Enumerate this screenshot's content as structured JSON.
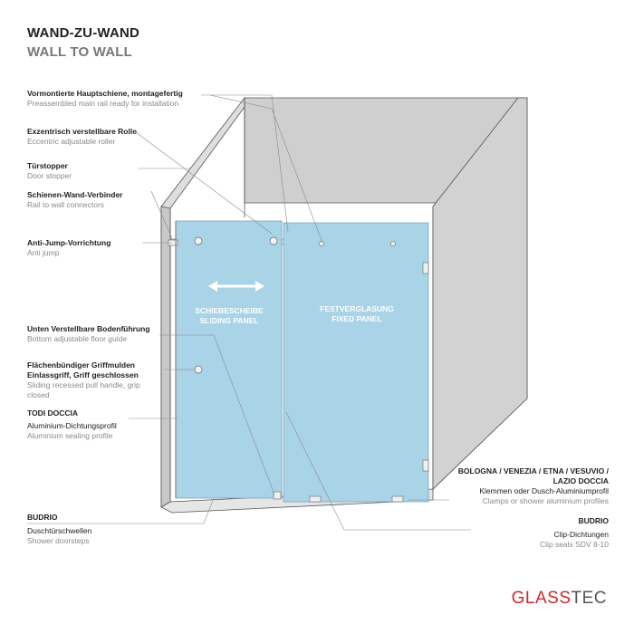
{
  "title": {
    "de": "WAND-ZU-WAND",
    "en": "WALL TO WALL"
  },
  "panels": {
    "sliding": {
      "de": "SCHIEBESCHEIBE",
      "en": "SLIDING PANEL"
    },
    "fixed": {
      "de": "FESTVERGLASUNG",
      "en": "FIXED PANEL"
    }
  },
  "labels_left": [
    {
      "de": "Vormontierte Hauptschiene, montagefertig",
      "en": "Preassembled main rail ready for installation"
    },
    {
      "de": "Exzentrisch verstellbare Rolle",
      "en": "Eccentric adjustable roller"
    },
    {
      "de": "Türstopper",
      "en": "Door stopper"
    },
    {
      "de": "Schienen-Wand-Verbinder",
      "en": "Rail to wall connectors"
    },
    {
      "de": "Anti-Jump-Vorrichtung",
      "en": "Anti jump"
    },
    {
      "de": "Unten Verstellbare Bodenführung",
      "en": "Bottom adjustable  floor guide"
    },
    {
      "de": "Flächenbündiger Griffmulden",
      "de2": "Einlassgriff, Griff geschlossen",
      "en": "Sliding recessed pull handle, grip",
      "en2": "closed"
    },
    {
      "de": "TODI DOCCIA",
      "de2": "Aluminium-Dichtungsprofil",
      "en": "Aluminium sealing profile"
    },
    {
      "de": "BUDRIO",
      "de2": "Duschtürschwellen",
      "en": "Shower doorsteps"
    }
  ],
  "labels_right": [
    {
      "de": "BOLOGNA / VENEZIA /  ETNA / VESUVIO /",
      "de_b": "LAZIO DOCCIA",
      "de2": "Klemmen oder Dusch-Aluminiumprofil",
      "en": "Clamps or shower aluminium profiles"
    },
    {
      "de": "BUDRIO",
      "de2": "Clip-Dichtungen",
      "en": "Clip seals SDV 8-10"
    }
  ],
  "logo": {
    "part1": "GLASS",
    "part2": "TEC"
  },
  "colors": {
    "glass": "#a9d3e6",
    "wall": "#d4d4d4",
    "wall_dark": "#c4c4c4",
    "logo_red": "#d6262c"
  }
}
